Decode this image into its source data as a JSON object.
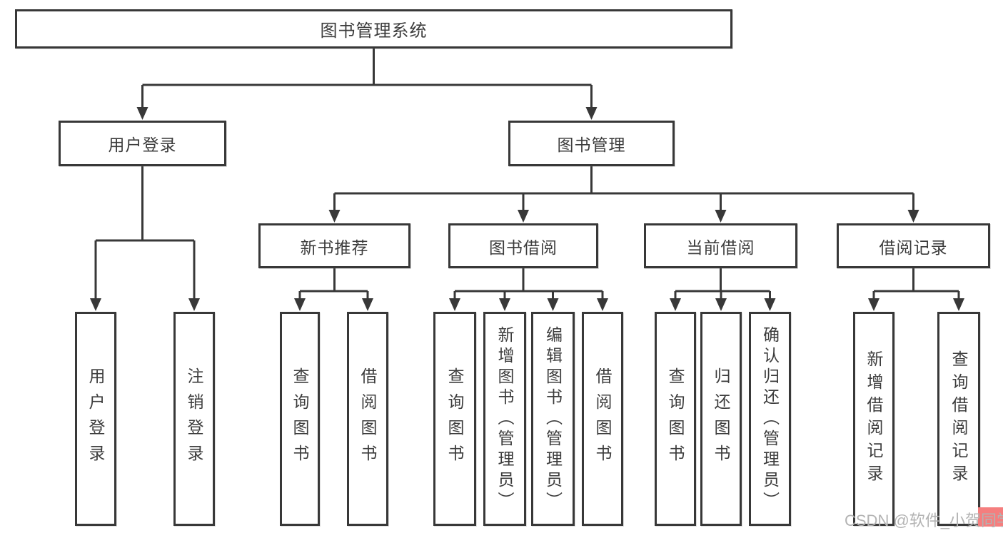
{
  "diagram": {
    "type": "hierarchy-tree",
    "colors": {
      "line": "#383838",
      "text": "#3c3c3c",
      "box_background": "#ffffff",
      "watermark_text": "#b3b3b3",
      "watermark_accent": "#f57e7e"
    },
    "nodes": {
      "root": {
        "label": "图书管理系统"
      },
      "user_login": {
        "label": "用户登录"
      },
      "book_mgmt": {
        "label": "图书管理"
      },
      "new_books": {
        "label": "新书推荐"
      },
      "book_borrow": {
        "label": "图书借阅"
      },
      "current_borrow": {
        "label": "当前借阅"
      },
      "borrow_records": {
        "label": "借阅记录"
      },
      "ul_user_login": {
        "label": "用户登录"
      },
      "ul_logout": {
        "label": "注销登录"
      },
      "nb_query_books": {
        "label": "查询图书"
      },
      "nb_borrow_books": {
        "label": "借阅图书"
      },
      "bb_query_books": {
        "label": "查询图书"
      },
      "bb_add_books": {
        "label": "新增图书（管理员）"
      },
      "bb_edit_books": {
        "label": "编辑图书（管理员）"
      },
      "bb_borrow_books": {
        "label": "借阅图书"
      },
      "cb_query_books": {
        "label": "查询图书"
      },
      "cb_return_books": {
        "label": "归还图书"
      },
      "cb_confirm_return": {
        "label": "确认归还（管理员）"
      },
      "br_add_record": {
        "label": "新增借阅记录"
      },
      "br_query_record": {
        "label": "查询借阅记录"
      }
    },
    "watermark": {
      "text": "CSDN @软件_小贺同学"
    }
  }
}
